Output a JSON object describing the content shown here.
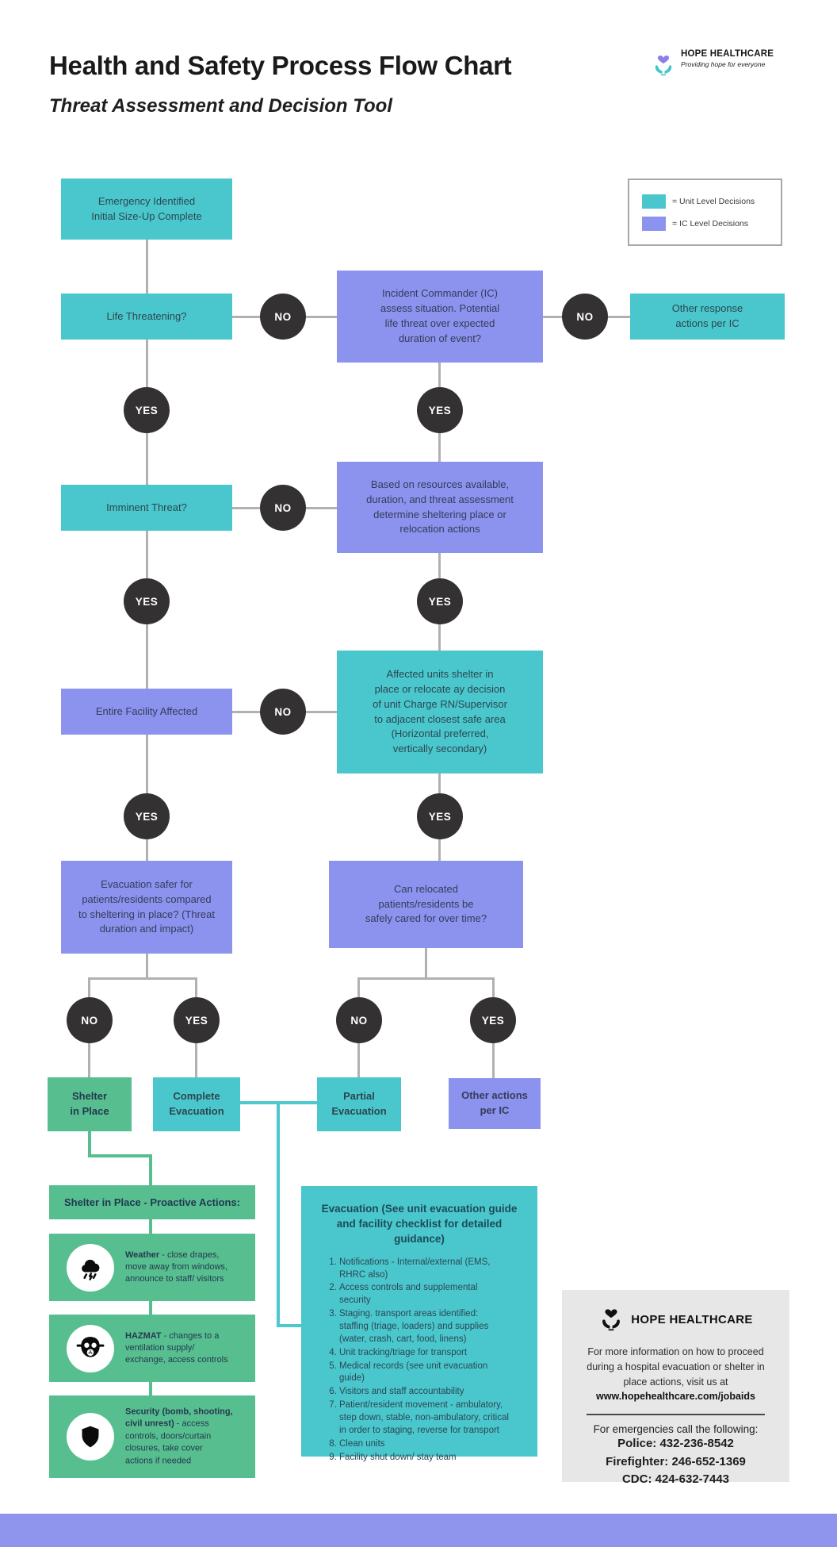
{
  "header": {
    "title": "Health and Safety Process Flow Chart",
    "subtitle": "Threat Assessment and Decision Tool",
    "logo": {
      "name": "HOPE HEALTHCARE",
      "tagline": "Providing hope for everyone"
    }
  },
  "legend": {
    "items": [
      {
        "label": "= Unit Level Decisions",
        "color": "#4AC7CD"
      },
      {
        "label": "= IC Level Decisions",
        "color": "#8C93EE"
      }
    ]
  },
  "colors": {
    "unit_teal": "#4AC7CD",
    "ic_purple": "#8C93EE",
    "green": "#57BE8F",
    "decision_circle": "#333132",
    "connector_gray": "#B3B0B0",
    "footer_bar": "#8F94EC"
  },
  "labels": {
    "yes": "YES",
    "no": "NO"
  },
  "nodes": {
    "emergency": "Emergency Identified\nInitial Size-Up Complete",
    "life_threatening": "Life Threatening?",
    "ic_assess": "Incident Commander (IC)\nassess situation. Potential\nlife threat over expected\nduration of event?",
    "other_response": "Other response\nactions per IC",
    "based_resources": "Based on resources available,\nduration, and threat assessment\ndetermine sheltering place or\nrelocation actions",
    "imminent_threat": "Imminent Threat?",
    "entire_facility": "Entire Facility Affected",
    "affected_units": "Affected units shelter in\nplace or relocate ay decision\nof unit Charge RN/Supervisor\nto adjacent closest safe area\n(Horizontal preferred,\nvertically secondary)",
    "evacuation_safer": "Evacuation safer for\npatients/residents compared\nto sheltering in place? (Threat\nduration and impact)",
    "can_relocated": "Can relocated\npatients/residents be\nsafely cared for over time?",
    "shelter_in_place": "Shelter\nin Place",
    "complete_evacuation": "Complete\nEvacuation",
    "partial_evacuation": "Partial\nEvacuation",
    "other_actions": "Other actions\nper IC"
  },
  "shelter_section": {
    "heading": "Shelter in Place - Proactive Actions:",
    "items": [
      {
        "icon": "storm-icon",
        "bold": "Weather",
        "rest": " - close drapes,\nmove away from windows,\nannounce to staff/ visitors"
      },
      {
        "icon": "gas-mask-icon",
        "bold": "HAZMAT",
        "rest": " - changes to a\nventilation supply/\nexchange, access controls"
      },
      {
        "icon": "shield-icon",
        "bold": "Security (bomb, shooting,\ncivil unrest)",
        "rest": " - access\ncontrols, doors/curtain\nclosures, take cover\nactions if needed"
      }
    ]
  },
  "evacuation": {
    "title": "Evacuation (See unit evacuation guide and facility checklist for detailed guidance)",
    "items": [
      "Notifications - Internal/external (EMS, RHRC also)",
      "Access controls and supplemental security",
      "Staging. transport areas identified: staffing (triage, loaders) and supplies (water, crash, cart, food, linens)",
      "Unit tracking/triage for transport",
      "Medical records (see unit evacuation guide)",
      "Visitors and staff accountability",
      "Patient/resident movement - ambulatory, step down, stable, non-ambulatory, critical in order to staging, reverse for transport",
      "Clean units",
      "Facility shut down/ stay team"
    ]
  },
  "contact": {
    "brand": "HOPE HEALTHCARE",
    "info_text": "For more information on how to proceed during a hospital evacuation or shelter in place actions, visit us at",
    "info_link": "www.hopehealthcare.com/jobaids",
    "emergency_heading": "For emergencies call the following:",
    "phones": [
      "Police: 432-236-8542",
      "Firefighter: 246-652-1369",
      "CDC: 424-632-7443"
    ]
  }
}
